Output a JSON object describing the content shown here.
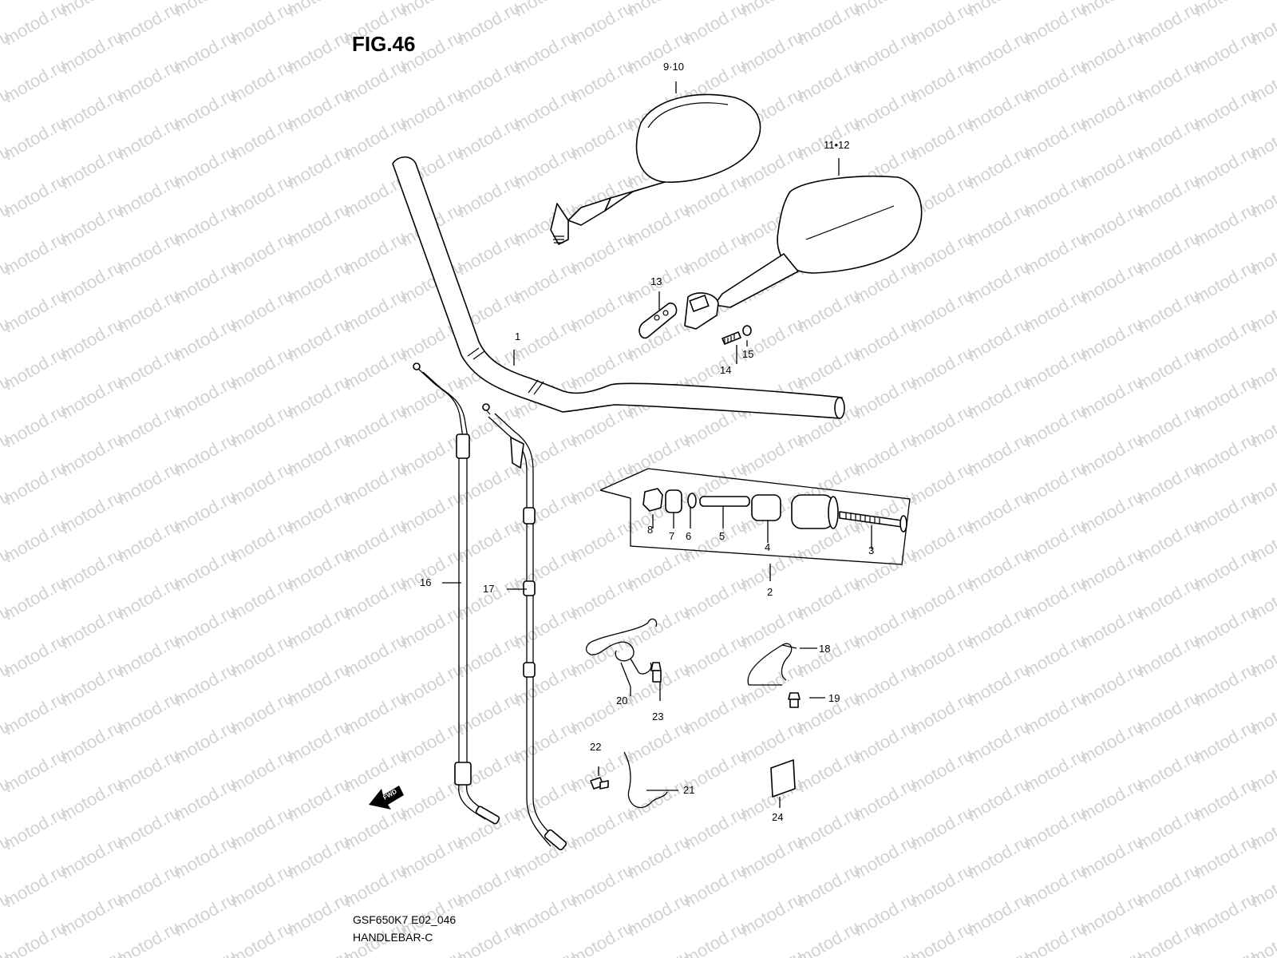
{
  "figure_title": "FIG.46",
  "diagram_code": "GSF650K7 E02_046",
  "section_name": "HANDLEBAR-C",
  "watermark_text": "motod.ru",
  "fwd_label": "FWD",
  "callouts": {
    "c1": "1",
    "c2": "2",
    "c3": "3",
    "c4": "4",
    "c5": "5",
    "c6": "6",
    "c7": "7",
    "c8": "8",
    "c9_10": "9·10",
    "c11_12": "11•12",
    "c13": "13",
    "c14": "14",
    "c15": "15",
    "c16": "16",
    "c17": "17",
    "c18": "18",
    "c19": "19",
    "c20": "20",
    "c21": "21",
    "c22": "22",
    "c23": "23",
    "c24": "24"
  }
}
